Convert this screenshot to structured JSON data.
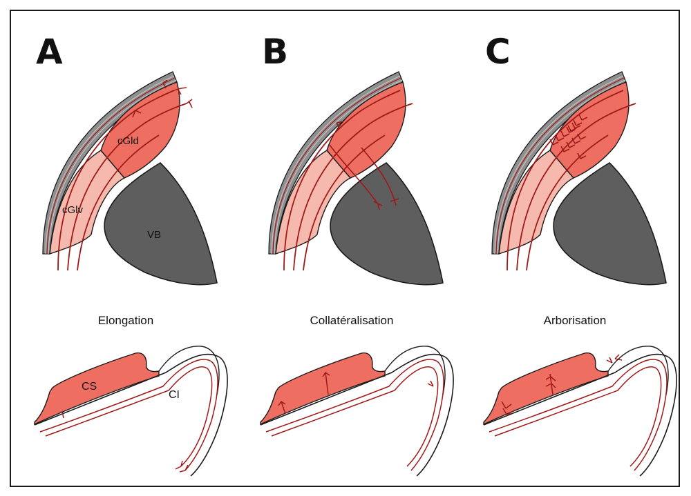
{
  "panels": [
    {
      "letter": "A",
      "caption": "Elongation"
    },
    {
      "letter": "B",
      "caption": "Collatéralisation"
    },
    {
      "letter": "C",
      "caption": "Arborisation"
    }
  ],
  "labels": {
    "cgld": "cGld",
    "cglv": "cGlv",
    "vb": "VB",
    "cs": "CS",
    "ci": "CI"
  },
  "colors": {
    "axon": "#a01818",
    "cgld_fill": "#ee6f62",
    "cglv_fill": "#f6b9ae",
    "vb_fill": "#5e5e5e",
    "layers": "#8a8a8a",
    "outline": "#1a1a1a"
  }
}
